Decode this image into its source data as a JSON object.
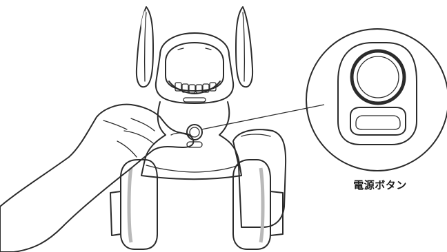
{
  "diagram": {
    "callout_label": "電源ボタン",
    "colors": {
      "outline": "#2b2b2b",
      "tire": "#8f8f8f",
      "tire_light": "#b9b9b9",
      "ear": "#a5a5a5",
      "body": "#ffffff",
      "background": "#ffffff"
    },
    "icons": [
      "robot-illustration",
      "hand-illustration",
      "power-button-zoom-icon"
    ]
  }
}
